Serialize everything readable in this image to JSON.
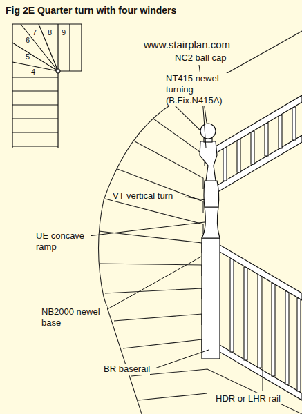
{
  "diagram": {
    "title": "Fig 2E Quarter turn with four winders",
    "labels": [
      "7",
      "8",
      "9",
      "6",
      "5",
      "4",
      "www.stairplan.com",
      "NC2 ball cap",
      "NT415 newel turning (B.Fix.N415A)",
      "VT vertical turn",
      "UE concave ramp",
      "NB2000 newel base",
      "BR baserail",
      "HDR or LHR rail"
    ]
  }
}
